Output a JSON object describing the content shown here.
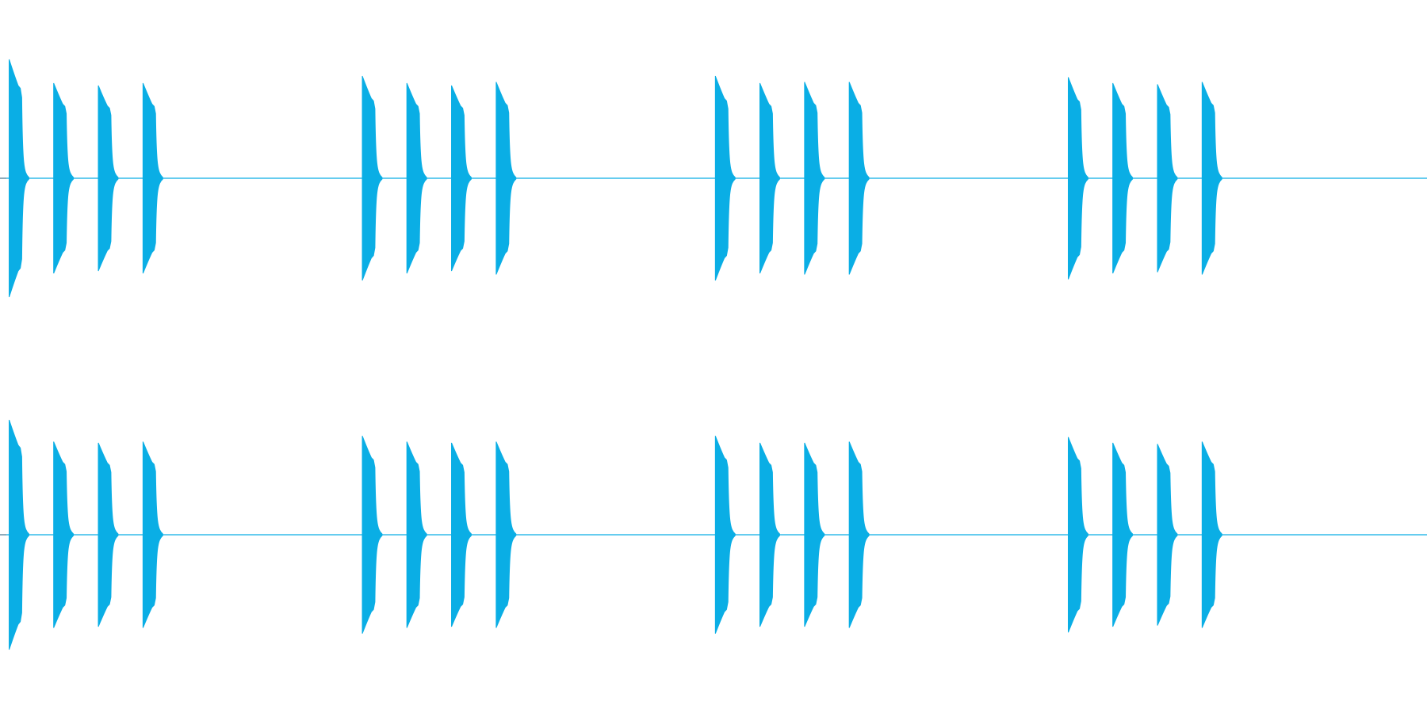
{
  "chart_data": {
    "type": "area",
    "title": "",
    "xlabel": "",
    "ylabel": "",
    "ylim": [
      -1,
      1
    ],
    "grid": false,
    "legend": "none",
    "colors": {
      "waveform": "#0aaee5",
      "background": "#ffffff"
    },
    "bursts": {
      "starts": [
        0.0064,
        0.2539,
        0.5013,
        0.7486
      ],
      "pulse_offsets": [
        0.0,
        0.0312,
        0.0625,
        0.0938
      ],
      "pulse_width": 0.0126
    },
    "series": [
      {
        "channel": 1,
        "peak_amplitudes": [
          [
            1.0,
            0.8,
            0.78,
            0.8
          ],
          [
            0.86,
            0.8,
            0.78,
            0.81
          ],
          [
            0.86,
            0.8,
            0.81,
            0.81
          ],
          [
            0.85,
            0.8,
            0.79,
            0.81
          ]
        ]
      },
      {
        "channel": 2,
        "peak_amplitudes": [
          [
            1.0,
            0.81,
            0.8,
            0.81
          ],
          [
            0.86,
            0.81,
            0.8,
            0.81
          ],
          [
            0.86,
            0.8,
            0.8,
            0.81
          ],
          [
            0.85,
            0.8,
            0.79,
            0.81
          ]
        ]
      }
    ]
  }
}
